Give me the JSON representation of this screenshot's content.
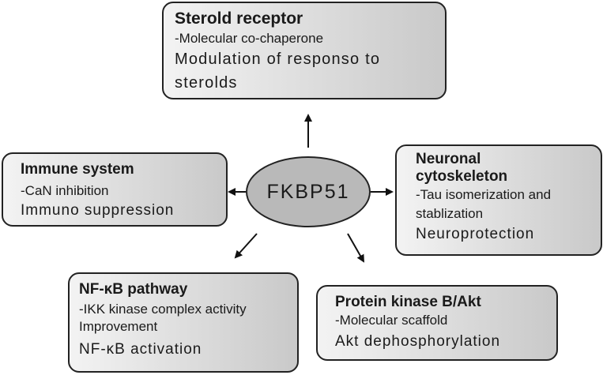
{
  "center": {
    "label": "FKBP51"
  },
  "steroid": {
    "title": "Sterold receptor",
    "lines": [
      "-Molecular co-chaperone",
      "Modulation of responso to",
      "sterolds"
    ]
  },
  "immune": {
    "title": "Immune system",
    "lines": [
      "-CaN inhibition",
      "Immuno suppression"
    ]
  },
  "neuronal": {
    "title_1": "Neuronal",
    "title_2": "cytoskeleton",
    "lines": [
      "-Tau isomerization and",
      "stablization",
      "Neuroprotection"
    ]
  },
  "nfkb": {
    "title": "NF-κB pathway",
    "lines": [
      "-IKK kinase complex activity",
      "Improvement",
      "NF-κB activation"
    ]
  },
  "akt": {
    "title": "Protein kinase B/Akt",
    "lines": [
      "-Molecular scaffold",
      "Akt dephosphorylation"
    ]
  }
}
